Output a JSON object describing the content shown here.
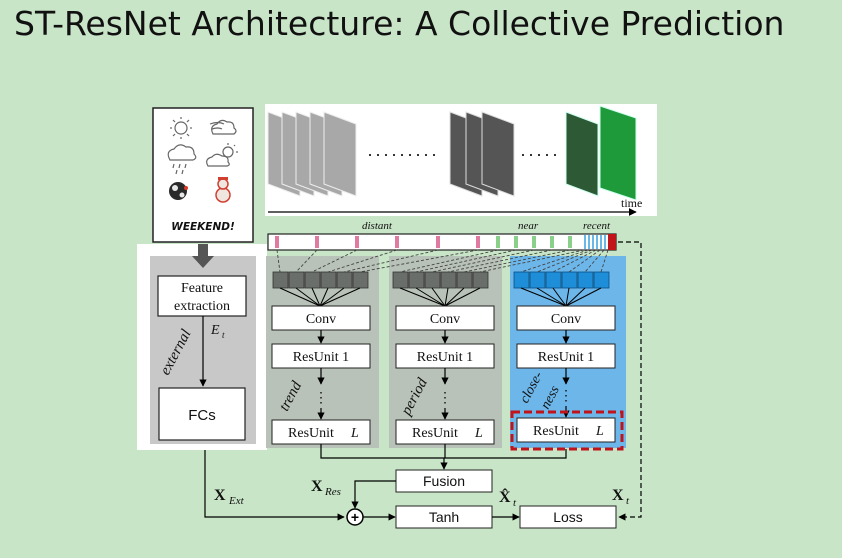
{
  "title": "ST-ResNet Architecture: A Collective Prediction",
  "external_panel": {
    "weekend_label": "WEEKEND!",
    "feature_label_1": "Feature",
    "feature_label_2": "extraction",
    "et_main": "E",
    "et_sub": "t",
    "branch_label": "external",
    "fcs_label": "FCs"
  },
  "timeline": {
    "time_label": "time",
    "distant": "distant",
    "near": "near",
    "recent": "recent"
  },
  "branches": [
    {
      "id": "trend",
      "label": "trend",
      "conv": "Conv",
      "res1": "ResUnit 1",
      "resL": "ResUnit",
      "L": "L"
    },
    {
      "id": "period",
      "label": "period",
      "conv": "Conv",
      "res1": "ResUnit 1",
      "resL": "ResUnit",
      "L": "L"
    },
    {
      "id": "closeness",
      "label1": "close-",
      "label2": "ness",
      "conv": "Conv",
      "res1": "ResUnit 1",
      "resL": "ResUnit",
      "L": "L"
    }
  ],
  "fusion": {
    "fusion_label": "Fusion",
    "tanh_label": "Tanh",
    "loss_label": "Loss",
    "x_res": "X",
    "x_res_sub": "Res",
    "x_ext": "X",
    "x_ext_sub": "Ext",
    "xhat": "X̂",
    "xhat_sub": "t",
    "xt": "X",
    "xt_sub": "t",
    "plus": "+"
  },
  "colors": {
    "background": "#c9e5c7",
    "gray_panel": "#c8c8c8",
    "branch_panel": "#b8c2b8",
    "closeness_panel": "#6db6ea",
    "closeness_block": "#1e8ed8",
    "gray_block": "#6a6e6a",
    "highlight_dash": "#c0141a",
    "tick_pink": "#e07aa0",
    "tick_green": "#8ad08a"
  }
}
